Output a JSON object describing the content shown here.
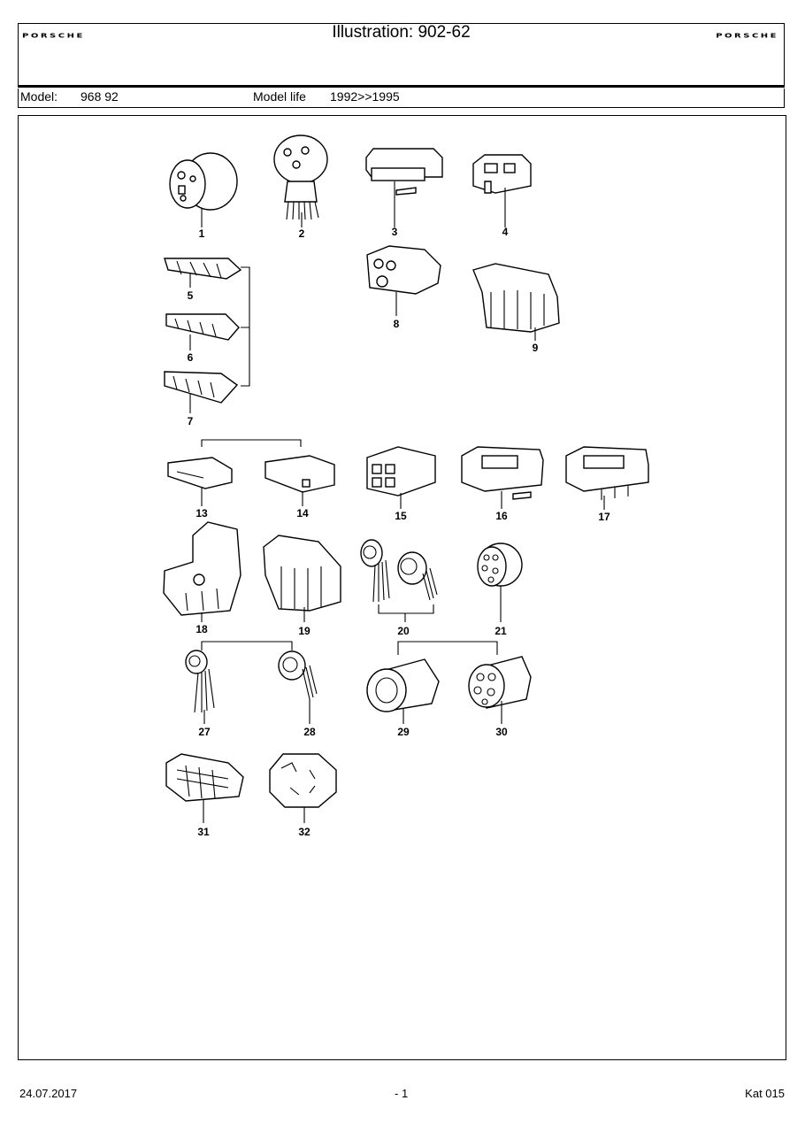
{
  "header": {
    "logo_left": "PORSCHE",
    "logo_right": "PORSCHE",
    "title": "Illustration: 902-62"
  },
  "model_bar": {
    "model_label": "Model:",
    "model_value": "968 92",
    "life_label": "Model life",
    "life_value": "1992>>1995"
  },
  "callouts": [
    "1",
    "2",
    "3",
    "4",
    "5",
    "6",
    "7",
    "8",
    "9",
    "13",
    "14",
    "15",
    "16",
    "17",
    "18",
    "19",
    "20",
    "21",
    "27",
    "28",
    "29",
    "30",
    "31",
    "32"
  ],
  "footer": {
    "date": "24.07.2017",
    "page": "- 1",
    "catalog": "Kat 015"
  }
}
